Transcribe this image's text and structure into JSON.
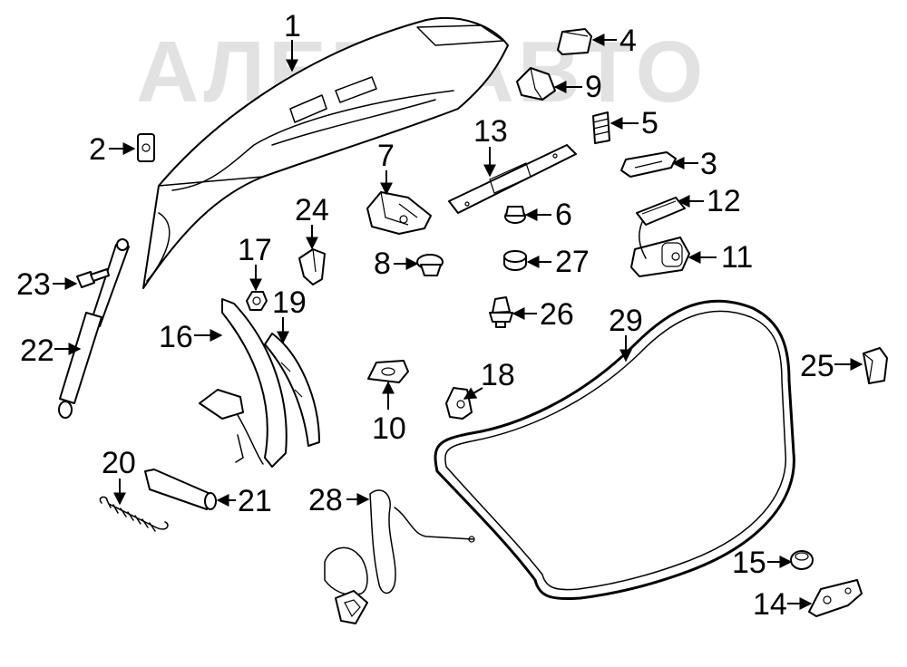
{
  "watermark": "АЛЕГОАВТО",
  "callouts": [
    {
      "id": "1",
      "label": "1"
    },
    {
      "id": "2",
      "label": "2"
    },
    {
      "id": "3",
      "label": "3"
    },
    {
      "id": "4",
      "label": "4"
    },
    {
      "id": "5",
      "label": "5"
    },
    {
      "id": "6",
      "label": "6"
    },
    {
      "id": "7",
      "label": "7"
    },
    {
      "id": "8",
      "label": "8"
    },
    {
      "id": "9",
      "label": "9"
    },
    {
      "id": "10",
      "label": "10"
    },
    {
      "id": "11",
      "label": "11"
    },
    {
      "id": "12",
      "label": "12"
    },
    {
      "id": "13",
      "label": "13"
    },
    {
      "id": "14",
      "label": "14"
    },
    {
      "id": "15",
      "label": "15"
    },
    {
      "id": "16",
      "label": "16"
    },
    {
      "id": "17",
      "label": "17"
    },
    {
      "id": "18",
      "label": "18"
    },
    {
      "id": "19",
      "label": "19"
    },
    {
      "id": "20",
      "label": "20"
    },
    {
      "id": "21",
      "label": "21"
    },
    {
      "id": "22",
      "label": "22"
    },
    {
      "id": "23",
      "label": "23"
    },
    {
      "id": "24",
      "label": "24"
    },
    {
      "id": "25",
      "label": "25"
    },
    {
      "id": "26",
      "label": "26"
    },
    {
      "id": "27",
      "label": "27"
    },
    {
      "id": "28",
      "label": "28"
    },
    {
      "id": "29",
      "label": "29"
    }
  ]
}
